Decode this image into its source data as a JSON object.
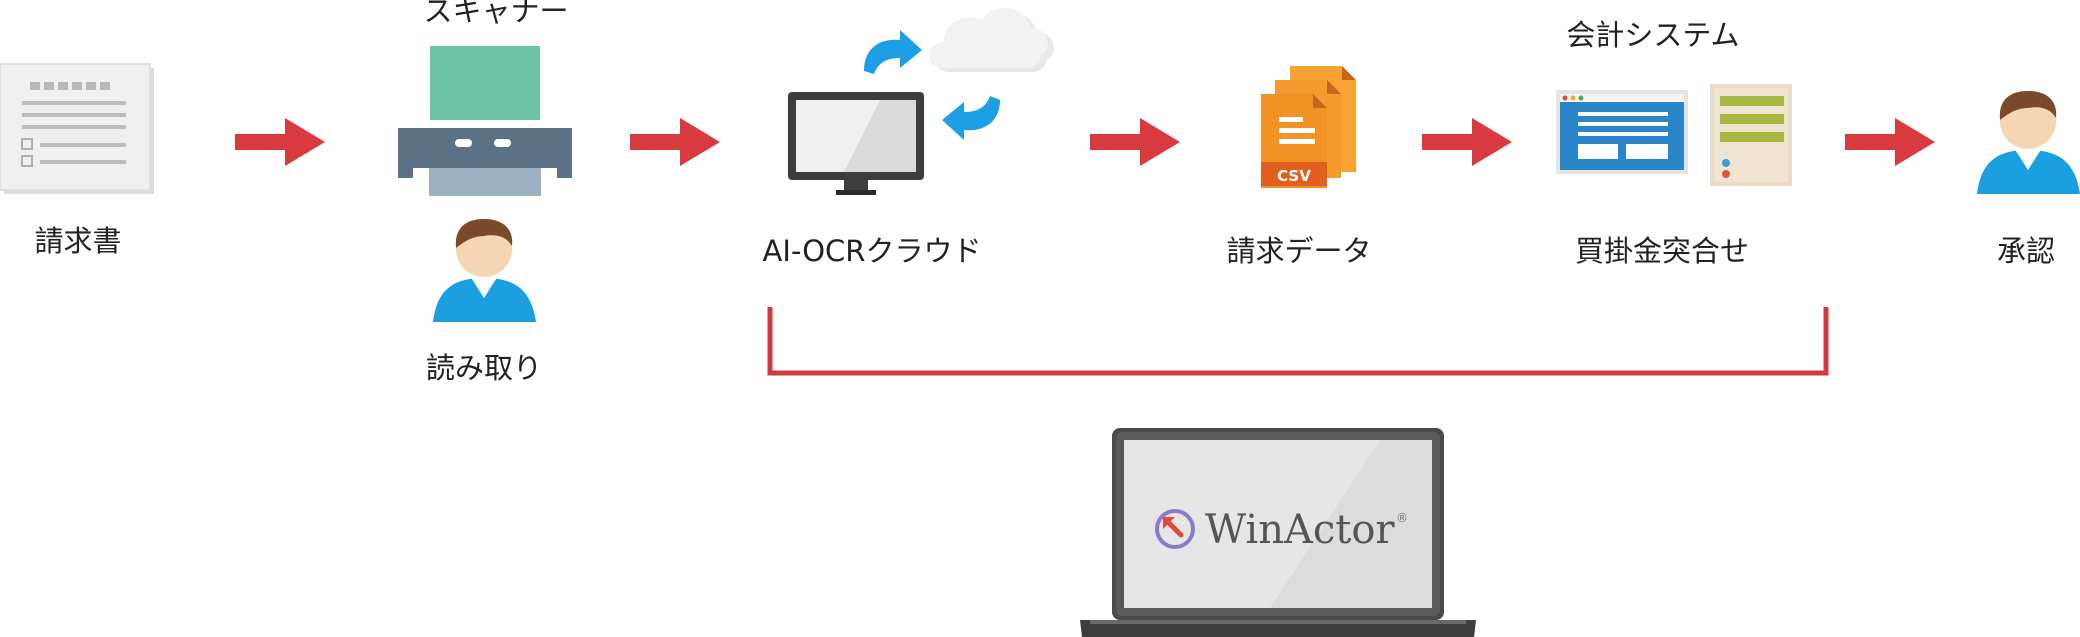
{
  "labels": {
    "invoice": "請求書",
    "scanner": "スキャナー",
    "reading": "読み取り",
    "ocr_cloud": "AI-OCRクラウド",
    "invoice_data": "請求データ",
    "accounting_system": "会計システム",
    "ap_matching": "買掛金突合せ",
    "approval": "承認",
    "csv_badge": "CSV",
    "winactor_logo": "WinActor",
    "registered_mark": "®"
  },
  "colors": {
    "arrow": "#d93a3f",
    "bracket": "#d33a3f",
    "csv_orange": "#f19223",
    "screen_blue": "#2a86c9",
    "sync_blue": "#1d9fe5",
    "person_shirt": "#1aa0e0",
    "scanner_green": "#6ec4a7",
    "winactor_purple": "#8a7ac8",
    "winactor_red": "#e2483c"
  }
}
